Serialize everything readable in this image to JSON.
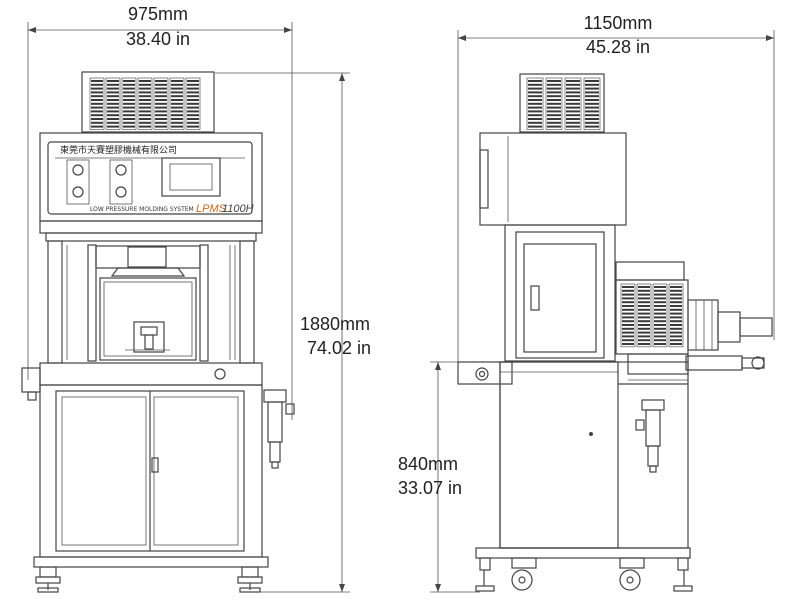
{
  "dimensions": {
    "front_width_mm": "975mm",
    "front_width_in": "38.40 in",
    "side_depth_mm": "1150mm",
    "side_depth_in": "45.28 in",
    "total_height_mm": "1880mm",
    "total_height_in": "74.02 in",
    "table_height_mm": "840mm",
    "table_height_in": "33.07 in"
  },
  "machine": {
    "company_name": "東莞市天賽塑膠機械有限公司",
    "system_label": "LOW PRESSURE MOLDING SYSTEM",
    "brand": "LPMS",
    "model": "1100H"
  }
}
